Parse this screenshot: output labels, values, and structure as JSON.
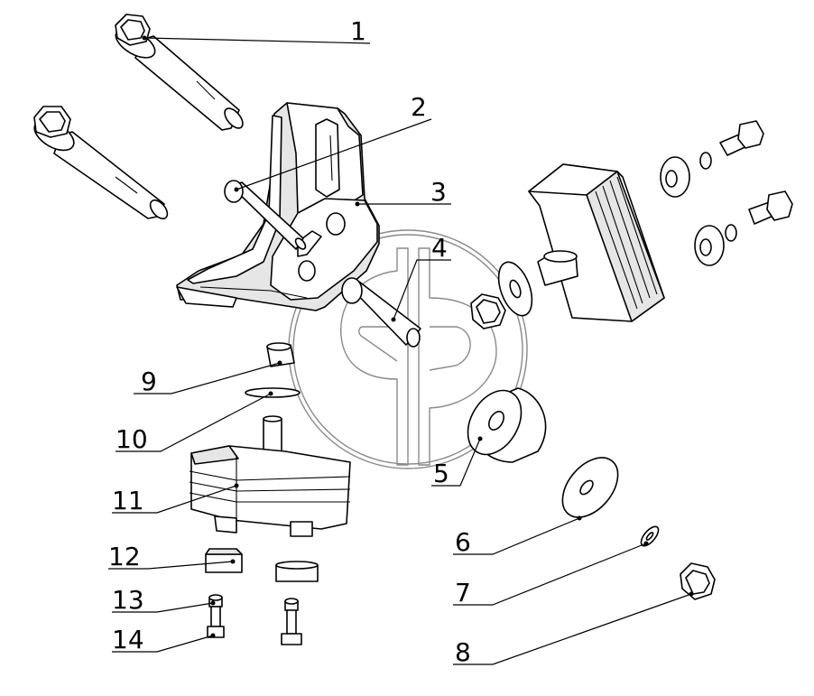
{
  "callouts": [
    {
      "id": "1",
      "label": "1"
    },
    {
      "id": "2",
      "label": "2"
    },
    {
      "id": "3",
      "label": "3"
    },
    {
      "id": "4",
      "label": "4"
    },
    {
      "id": "5",
      "label": "5"
    },
    {
      "id": "6",
      "label": "6"
    },
    {
      "id": "7",
      "label": "7"
    },
    {
      "id": "8",
      "label": "8"
    },
    {
      "id": "9",
      "label": "9"
    },
    {
      "id": "10",
      "label": "10"
    },
    {
      "id": "11",
      "label": "11"
    },
    {
      "id": "12",
      "label": "12"
    },
    {
      "id": "13",
      "label": "13"
    },
    {
      "id": "14",
      "label": "14"
    }
  ],
  "colors": {
    "line": "#000000",
    "watermark": "#8a8a8a",
    "background": "#ffffff"
  }
}
